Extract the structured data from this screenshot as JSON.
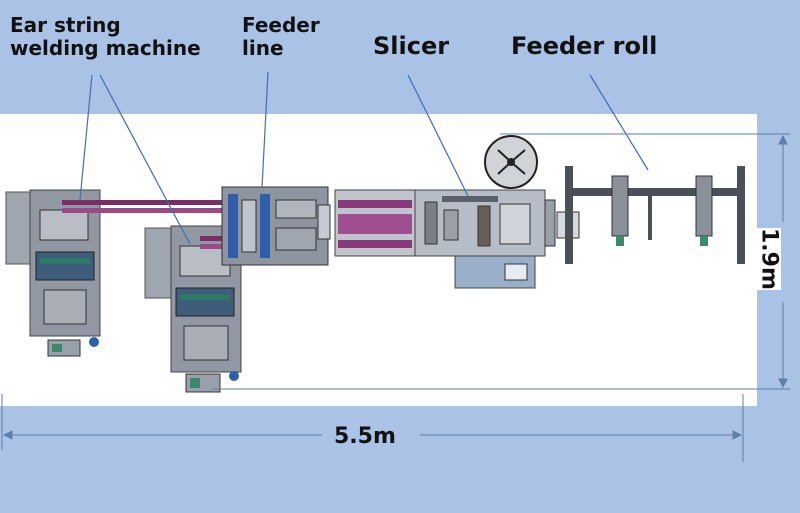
{
  "labels": {
    "ear_string_line1": "Ear string",
    "ear_string_line2": "welding machine",
    "feeder_line_line1": "Feeder",
    "feeder_line_line2": "line",
    "slicer": "Slicer",
    "feeder_roll": "Feeder roll"
  },
  "dimensions": {
    "width": "5.5m",
    "height": "1.9m"
  },
  "colors": {
    "background": "#a9c2e6",
    "floor": "#ffffff",
    "machine_body": "#8e95a0",
    "machine_panel": "#b7bdc6",
    "conveyor": "#7a2e66",
    "accent_blue": "#2f5fa8",
    "accent_green": "#3a8a6e",
    "pointer_line": "#3f6fb0"
  }
}
